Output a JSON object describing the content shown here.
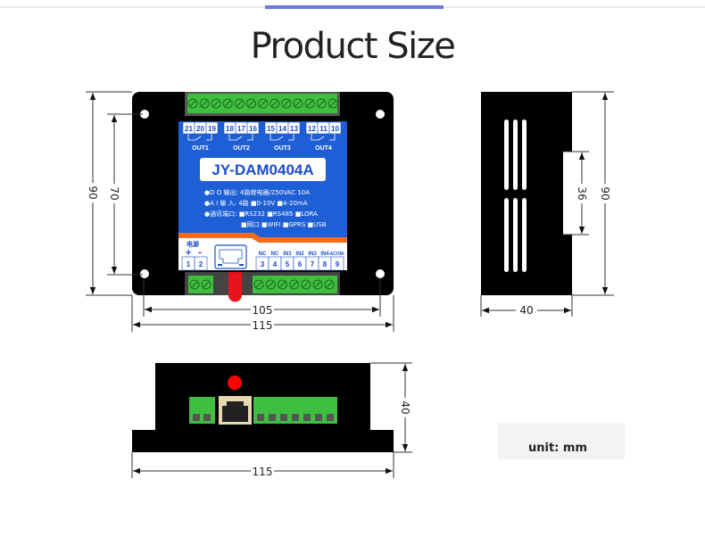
{
  "title": "Product Size",
  "colors": {
    "accent": "#6a78e0",
    "label_blue": "#1f5fd6",
    "terminal_green": "#3fbf3f",
    "stripe_orange": "#f26a1b",
    "body": "#000000"
  },
  "front": {
    "model": "JY-DAM0404A",
    "relay_groups": [
      {
        "nums": [
          "21",
          "20",
          "19"
        ],
        "out": "OUT1"
      },
      {
        "nums": [
          "18",
          "17",
          "16"
        ],
        "out": "OUT2"
      },
      {
        "nums": [
          "15",
          "14",
          "13"
        ],
        "out": "OUT3"
      },
      {
        "nums": [
          "12",
          "11",
          "10"
        ],
        "out": "OUT4"
      }
    ],
    "spec_lines": [
      "●D O 输出:  4路继电器/250VAC 10A",
      "●A I 输 入:  4路 ■0-10V  ■4-20mA",
      "●通讯端口:  ■RS232 ■RS485 ■LORA",
      "■网口  ■WIFI  ■GPRS ■USB"
    ],
    "power_label": "电源",
    "power_signs": [
      "+",
      "-"
    ],
    "power_terms": [
      "1",
      "2"
    ],
    "input_labels": [
      "NC",
      "NC",
      "IN1",
      "IN2",
      "IN3",
      "IN4",
      "ACOM-"
    ],
    "input_terms": [
      "3",
      "4",
      "5",
      "6",
      "7",
      "8",
      "9"
    ],
    "dims": {
      "height_outer": "90",
      "height_holes": "70",
      "width_holes": "105",
      "width_outer": "115"
    }
  },
  "side": {
    "dims": {
      "height": "90",
      "notch": "36",
      "depth": "40"
    }
  },
  "bottom": {
    "dims": {
      "height": "40",
      "width": "115"
    }
  },
  "unit": "unit: mm"
}
